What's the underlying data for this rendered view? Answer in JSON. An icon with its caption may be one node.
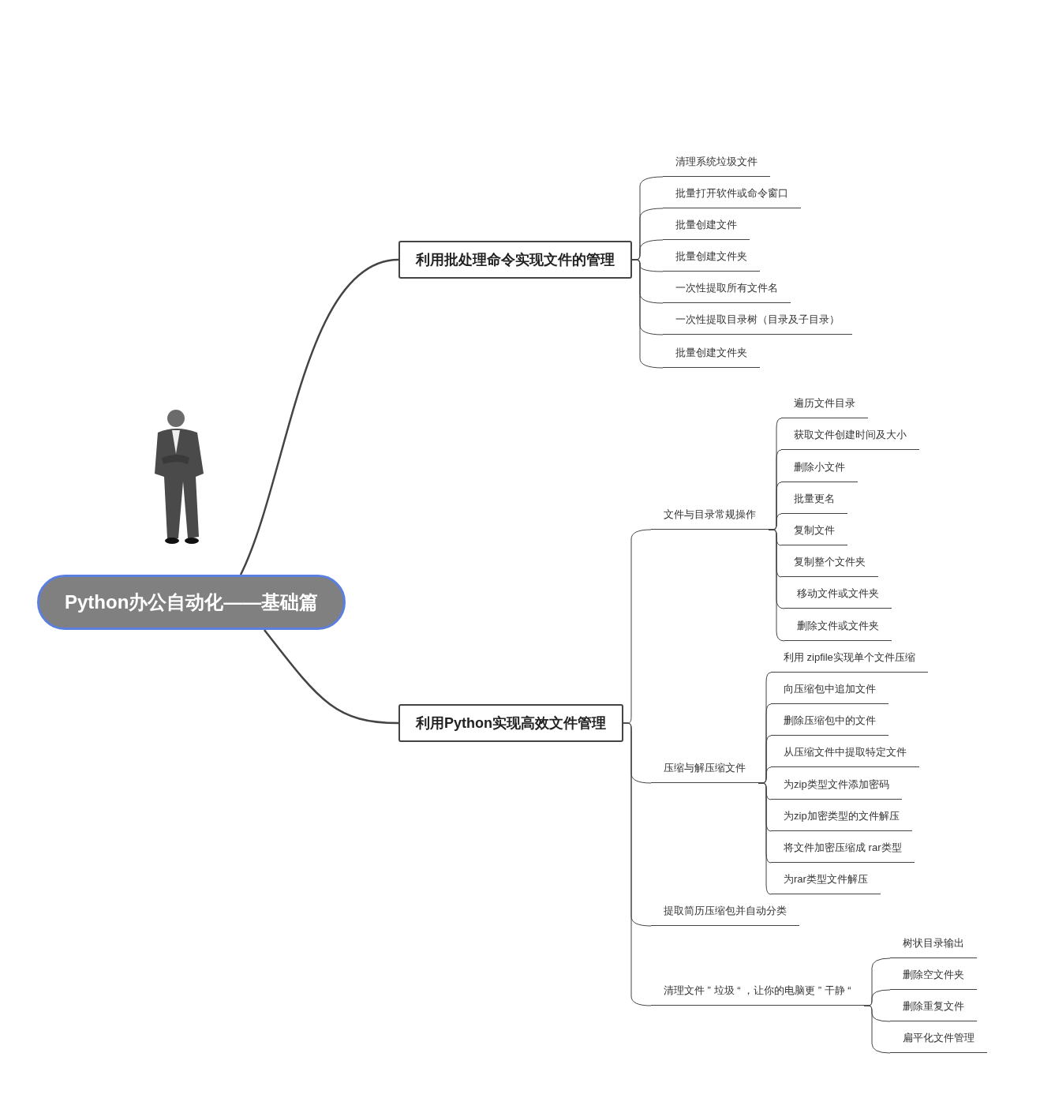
{
  "diagram": {
    "nodes": [
      {
        "text": [
          "Python办公自动化——基础篇"
        ]
      },
      {
        "text": [
          "利用批处理命令实现文件的管理"
        ]
      },
      {
        "text": [
          "清理系统垃圾文件"
        ]
      },
      {
        "text": [
          "批量打开软件或命令窗口"
        ]
      },
      {
        "text": [
          "批量创建文件"
        ]
      },
      {
        "text": [
          "批量创建文件夹"
        ]
      },
      {
        "text": [
          "一次性提取所有文件名"
        ]
      },
      {
        "text": [
          "一次性提取目录树（目录及子目录）"
        ]
      },
      {
        "text": [
          "批量创建文件夹"
        ]
      },
      {
        "text": [
          "利用Python实现高效文件管理"
        ]
      },
      {
        "text": [
          "文件与目录常规操作"
        ]
      },
      {
        "text": [
          "遍历文件目录"
        ]
      },
      {
        "text": [
          "获取文件创建时间及大小"
        ]
      },
      {
        "text": [
          "删除小文件"
        ]
      },
      {
        "text": [
          "批量更名"
        ]
      },
      {
        "text": [
          "复制文件"
        ]
      },
      {
        "text": [
          "复制整个文件夹"
        ]
      },
      {
        "text": [
          "移动文件或文件夹"
        ]
      },
      {
        "text": [
          "删除文件或文件夹"
        ]
      },
      {
        "text": [
          "压缩与解压缩文件"
        ]
      },
      {
        "text": [
          "利用 zipfile实现单个文件压缩"
        ]
      },
      {
        "text": [
          "向压缩包中追加文件"
        ]
      },
      {
        "text": [
          "删除压缩包中的文件"
        ]
      },
      {
        "text": [
          "从压缩文件中提取特定文件"
        ]
      },
      {
        "text": [
          "为zip类型文件添加密码"
        ]
      },
      {
        "text": [
          "为zip加密类型的文件解压"
        ]
      },
      {
        "text": [
          "将文件加密压缩成 rar类型"
        ]
      },
      {
        "text": [
          "为rar类型文件解压"
        ]
      },
      {
        "text": [
          "提取简历压缩包并自动分类"
        ]
      },
      {
        "text": [
          "清理文件 ” 垃圾 “ ，让你的电脑更 ” 干静 “"
        ]
      },
      {
        "text": [
          "树状目录输出"
        ]
      },
      {
        "text": [
          "删除空文件夹"
        ]
      },
      {
        "text": [
          "删除重复文件"
        ]
      },
      {
        "text": [
          "扁平化文件管理"
        ]
      }
    ],
    "edges": [
      {
        "from": 0,
        "to": 1,
        "arrow": "none"
      },
      {
        "from": 1,
        "to": 2,
        "arrow": "none"
      },
      {
        "from": 1,
        "to": 3,
        "arrow": "none"
      },
      {
        "from": 1,
        "to": 4,
        "arrow": "none"
      },
      {
        "from": 1,
        "to": 5,
        "arrow": "none"
      },
      {
        "from": 1,
        "to": 6,
        "arrow": "none"
      },
      {
        "from": 1,
        "to": 7,
        "arrow": "none"
      },
      {
        "from": 1,
        "to": 8,
        "arrow": "none"
      },
      {
        "from": 0,
        "to": 9,
        "arrow": "none"
      },
      {
        "from": 9,
        "to": 10,
        "arrow": "none"
      },
      {
        "from": 10,
        "to": 11,
        "arrow": "none"
      },
      {
        "from": 10,
        "to": 12,
        "arrow": "none"
      },
      {
        "from": 10,
        "to": 13,
        "arrow": "none"
      },
      {
        "from": 10,
        "to": 14,
        "arrow": "none"
      },
      {
        "from": 10,
        "to": 15,
        "arrow": "none"
      },
      {
        "from": 10,
        "to": 16,
        "arrow": "none"
      },
      {
        "from": 10,
        "to": 17,
        "arrow": "none"
      },
      {
        "from": 10,
        "to": 18,
        "arrow": "none"
      },
      {
        "from": 9,
        "to": 19,
        "arrow": "none"
      },
      {
        "from": 19,
        "to": 20,
        "arrow": "none"
      },
      {
        "from": 19,
        "to": 21,
        "arrow": "none"
      },
      {
        "from": 19,
        "to": 22,
        "arrow": "none"
      },
      {
        "from": 19,
        "to": 23,
        "arrow": "none"
      },
      {
        "from": 19,
        "to": 24,
        "arrow": "none"
      },
      {
        "from": 19,
        "to": 25,
        "arrow": "none"
      },
      {
        "from": 19,
        "to": 26,
        "arrow": "none"
      },
      {
        "from": 19,
        "to": 27,
        "arrow": "none"
      },
      {
        "from": 9,
        "to": 28,
        "arrow": "none"
      },
      {
        "from": 9,
        "to": 29,
        "arrow": "none"
      },
      {
        "from": 29,
        "to": 30,
        "arrow": "none"
      },
      {
        "from": 29,
        "to": 31,
        "arrow": "none"
      },
      {
        "from": 29,
        "to": 32,
        "arrow": "none"
      },
      {
        "from": 29,
        "to": 33,
        "arrow": "none"
      }
    ]
  }
}
